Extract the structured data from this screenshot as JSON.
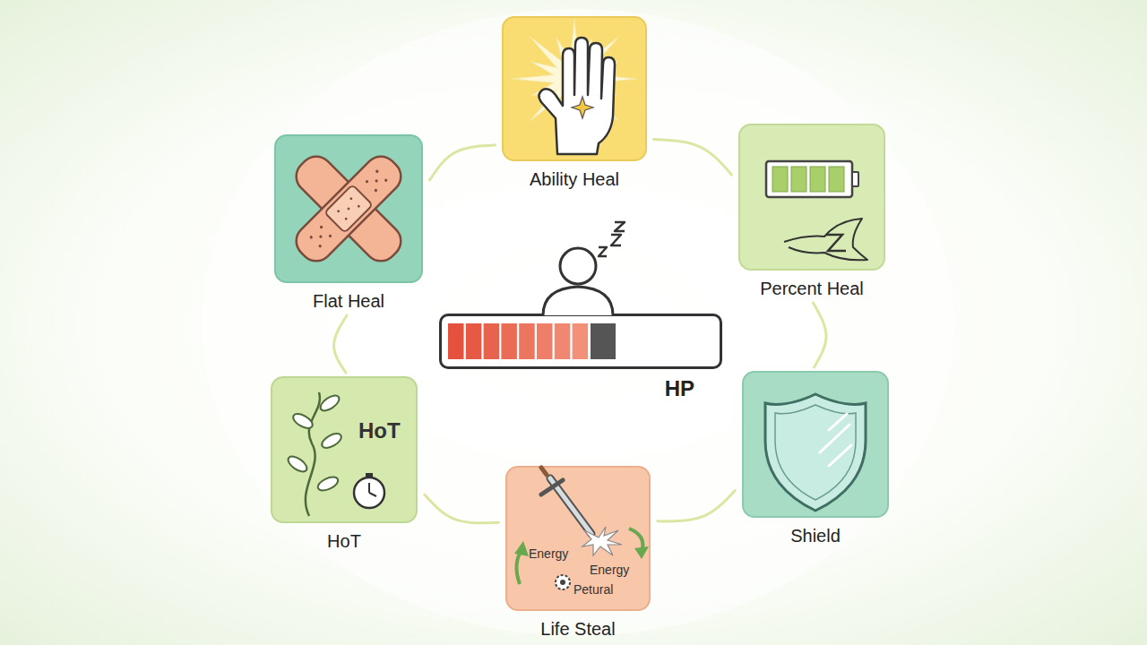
{
  "diagram": {
    "nodes": [
      {
        "text": [
          "Ability Heal"
        ]
      },
      {
        "text": [
          "Percent Heal"
        ]
      },
      {
        "text": [
          "Shield"
        ]
      },
      {
        "text": [
          "Life Steal",
          "Energy",
          "Energy",
          "Petural"
        ]
      },
      {
        "text": [
          "HoT",
          "HoT"
        ]
      },
      {
        "text": [
          "Flat Heal"
        ]
      },
      {
        "text": [
          "HP"
        ]
      }
    ],
    "edges": [
      {
        "from": 0,
        "to": 1,
        "arrow": "none"
      },
      {
        "from": 1,
        "to": 2,
        "arrow": "none"
      },
      {
        "from": 2,
        "to": 3,
        "arrow": "none"
      },
      {
        "from": 3,
        "to": 4,
        "arrow": "none"
      },
      {
        "from": 4,
        "to": 5,
        "arrow": "none"
      },
      {
        "from": 5,
        "to": 0,
        "arrow": "none"
      }
    ]
  }
}
